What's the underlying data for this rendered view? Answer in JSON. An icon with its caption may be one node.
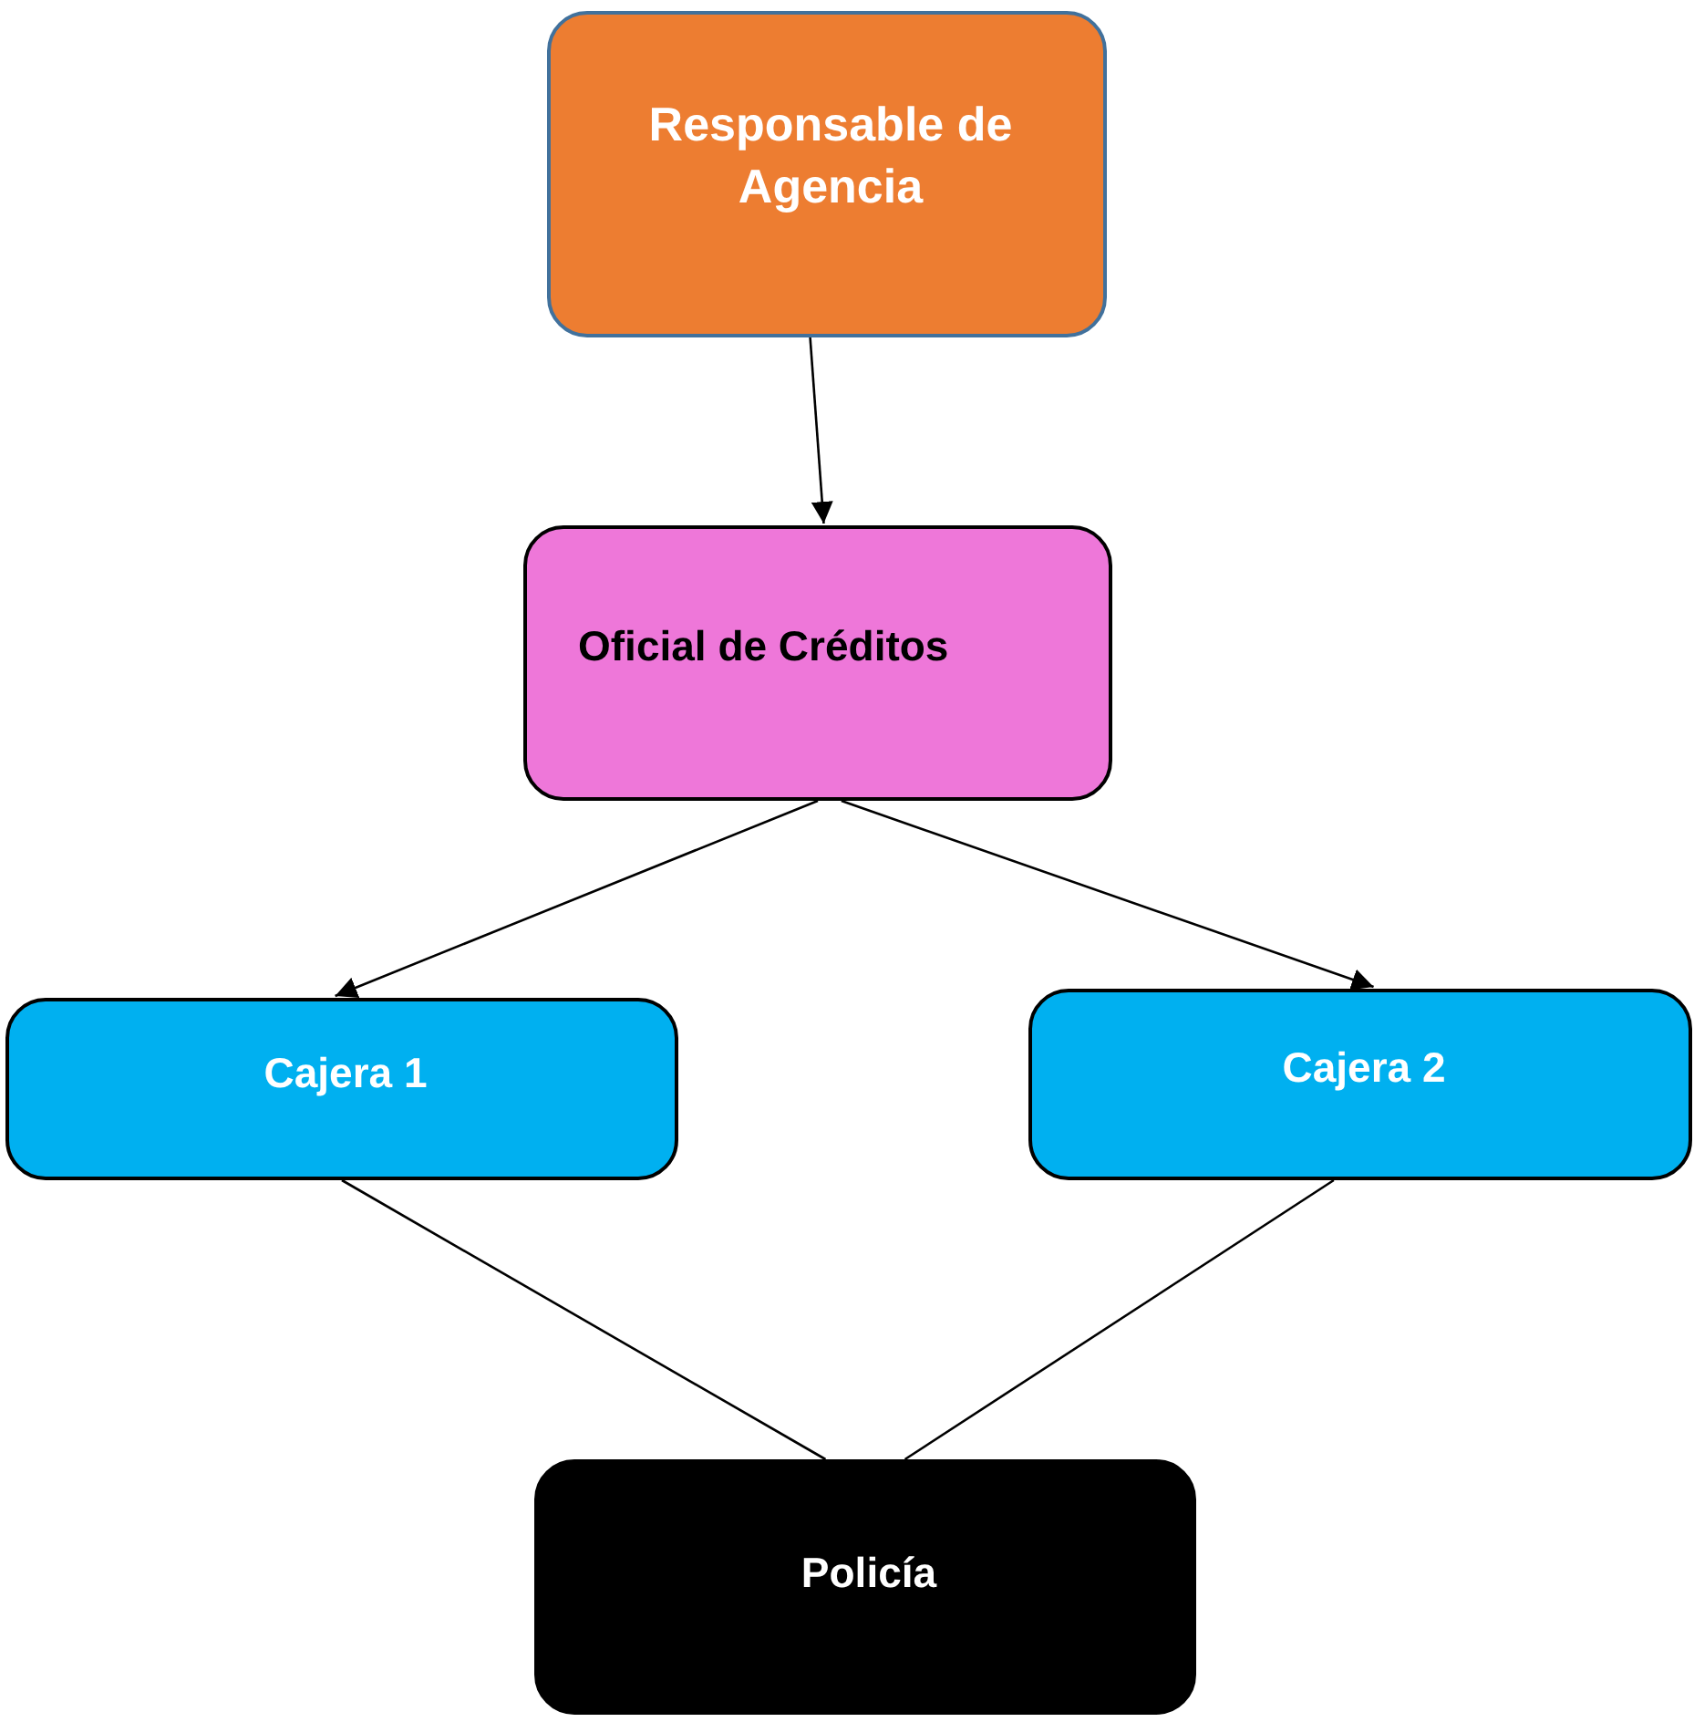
{
  "diagram": {
    "nodes": [
      {
        "text": [
          "Responsable de Agencia"
        ]
      },
      {
        "text": [
          "Oficial de Créditos"
        ]
      },
      {
        "text": [
          "Cajera 1"
        ]
      },
      {
        "text": [
          "Cajera 2"
        ]
      },
      {
        "text": [
          "Policía"
        ]
      }
    ],
    "edges": [
      {
        "from": 0,
        "to": 1,
        "arrow": "to"
      },
      {
        "from": 1,
        "to": 2,
        "arrow": "to"
      },
      {
        "from": 1,
        "to": 3,
        "arrow": "to"
      },
      {
        "from": 2,
        "to": 4,
        "arrow": "none"
      },
      {
        "from": 3,
        "to": 4,
        "arrow": "none"
      }
    ]
  }
}
